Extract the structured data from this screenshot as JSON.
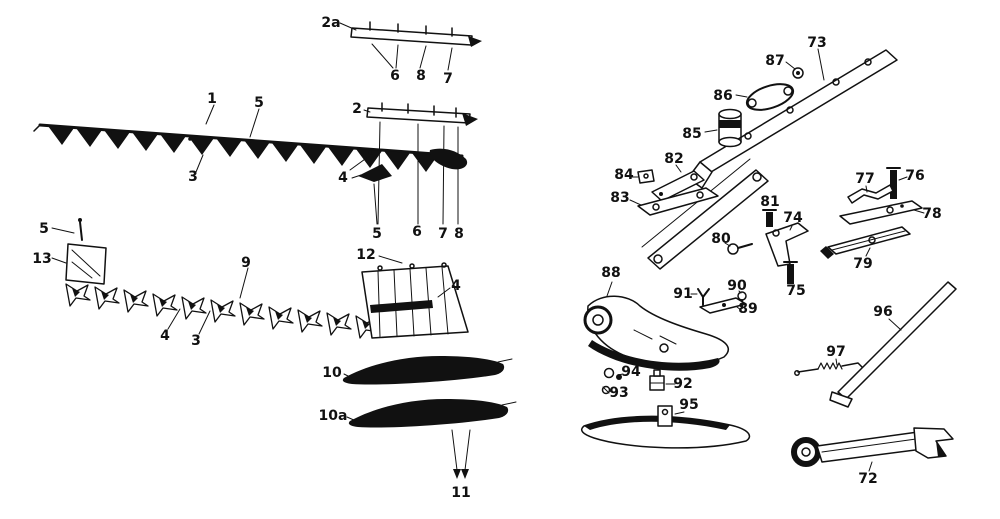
{
  "diagram": {
    "background": "#ffffff",
    "ink": "#111111"
  },
  "labels": {
    "k2a": "2a",
    "k6a": "6",
    "k8a": "8",
    "k7a": "7",
    "k2": "2",
    "k1": "1",
    "k5a": "5",
    "k3a": "3",
    "k4a": "4",
    "k5b": "5",
    "k6b": "6",
    "k7b": "7",
    "k8b": "8",
    "k5c": "5",
    "k13": "13",
    "k9": "9",
    "k12": "12",
    "k4b": "4",
    "k4c": "4",
    "k3b": "3",
    "k10": "10",
    "k10a": "10a",
    "k11": "11",
    "k73": "73",
    "k87": "87",
    "k86": "86",
    "k85": "85",
    "k84": "84",
    "k82": "82",
    "k83": "83",
    "k77": "77",
    "k76": "76",
    "k78": "78",
    "k79": "79",
    "k81": "81",
    "k74": "74",
    "k80": "80",
    "k75": "75",
    "k88": "88",
    "k91": "91",
    "k90": "90",
    "k89": "89",
    "k96": "96",
    "k97": "97",
    "k94": "94",
    "k93": "93",
    "k92": "92",
    "k95": "95",
    "k72": "72"
  }
}
